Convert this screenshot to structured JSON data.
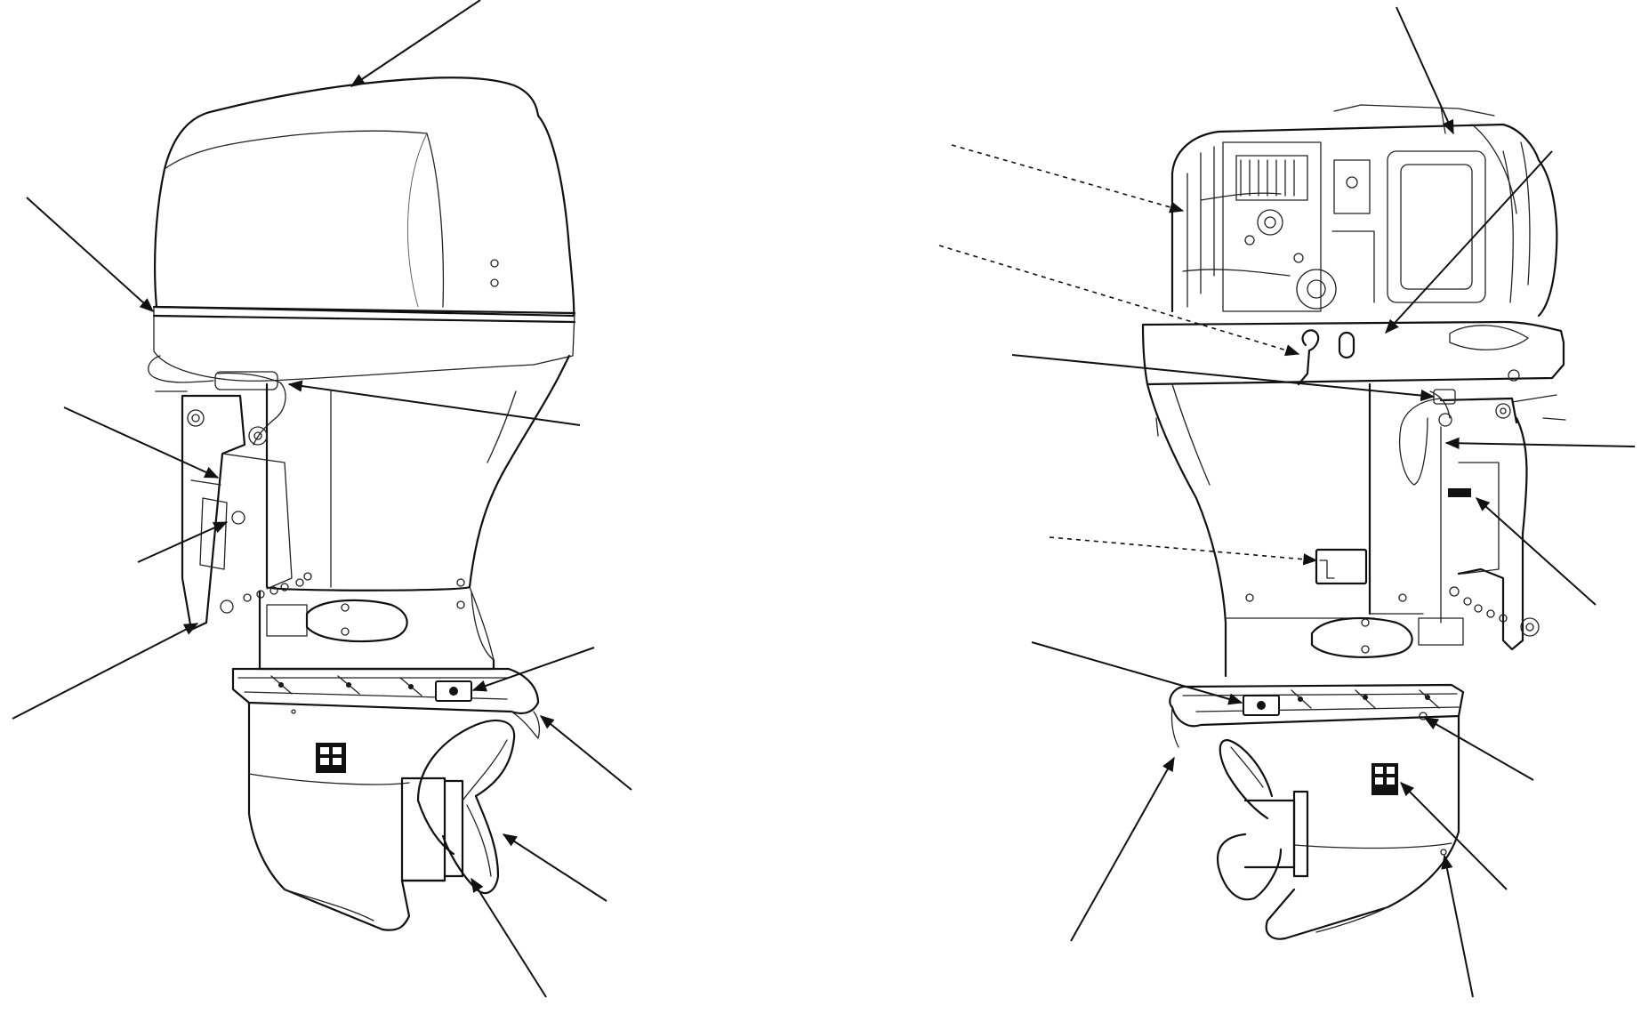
{
  "figure": {
    "views": [
      {
        "id": "left-side-view",
        "callout_count": 10
      },
      {
        "id": "right-side-view",
        "callout_count": 13
      }
    ],
    "colors": {
      "ink": "#111111",
      "paper": "#ffffff"
    },
    "icons": [
      "arrow-head-icon",
      "propeller-icon",
      "anode-icon",
      "bolt-icon"
    ]
  }
}
